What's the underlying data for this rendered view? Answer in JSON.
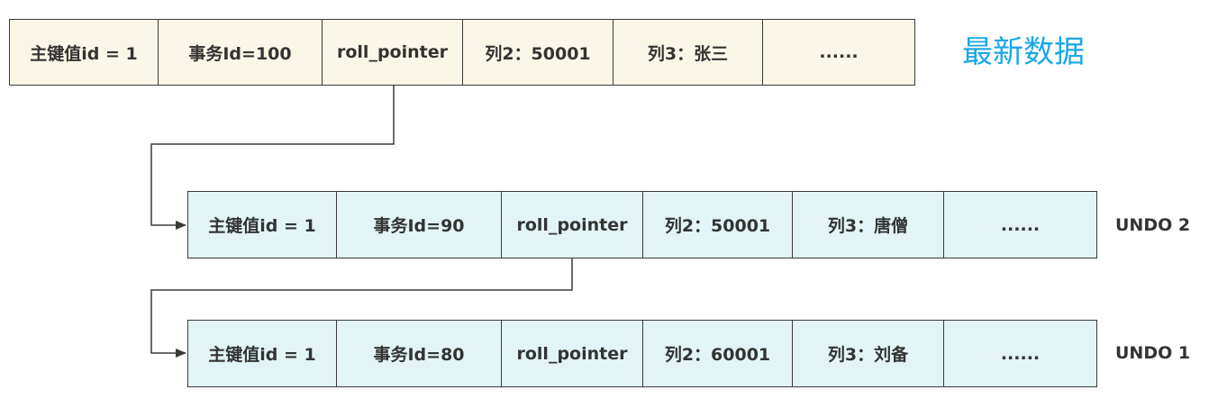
{
  "latest": {
    "label": "最新数据",
    "cells": [
      "主键值id = 1",
      "事务Id=100",
      "roll_pointer",
      "列2：50001",
      "列3：张三",
      "......"
    ]
  },
  "undo2": {
    "label": "UNDO 2",
    "cells": [
      "主键值id = 1",
      "事务Id=90",
      "roll_pointer",
      "列2：50001",
      "列3：唐僧",
      "......"
    ]
  },
  "undo1": {
    "label": "UNDO 1",
    "cells": [
      "主键值id = 1",
      "事务Id=80",
      "roll_pointer",
      "列2：60001",
      "列3：刘备",
      "......"
    ]
  },
  "colors": {
    "latest_fill": "#fbf7e8",
    "undo_fill": "#e2f4f5",
    "border": "#3a3a3a",
    "accent": "#1aa7e8"
  }
}
